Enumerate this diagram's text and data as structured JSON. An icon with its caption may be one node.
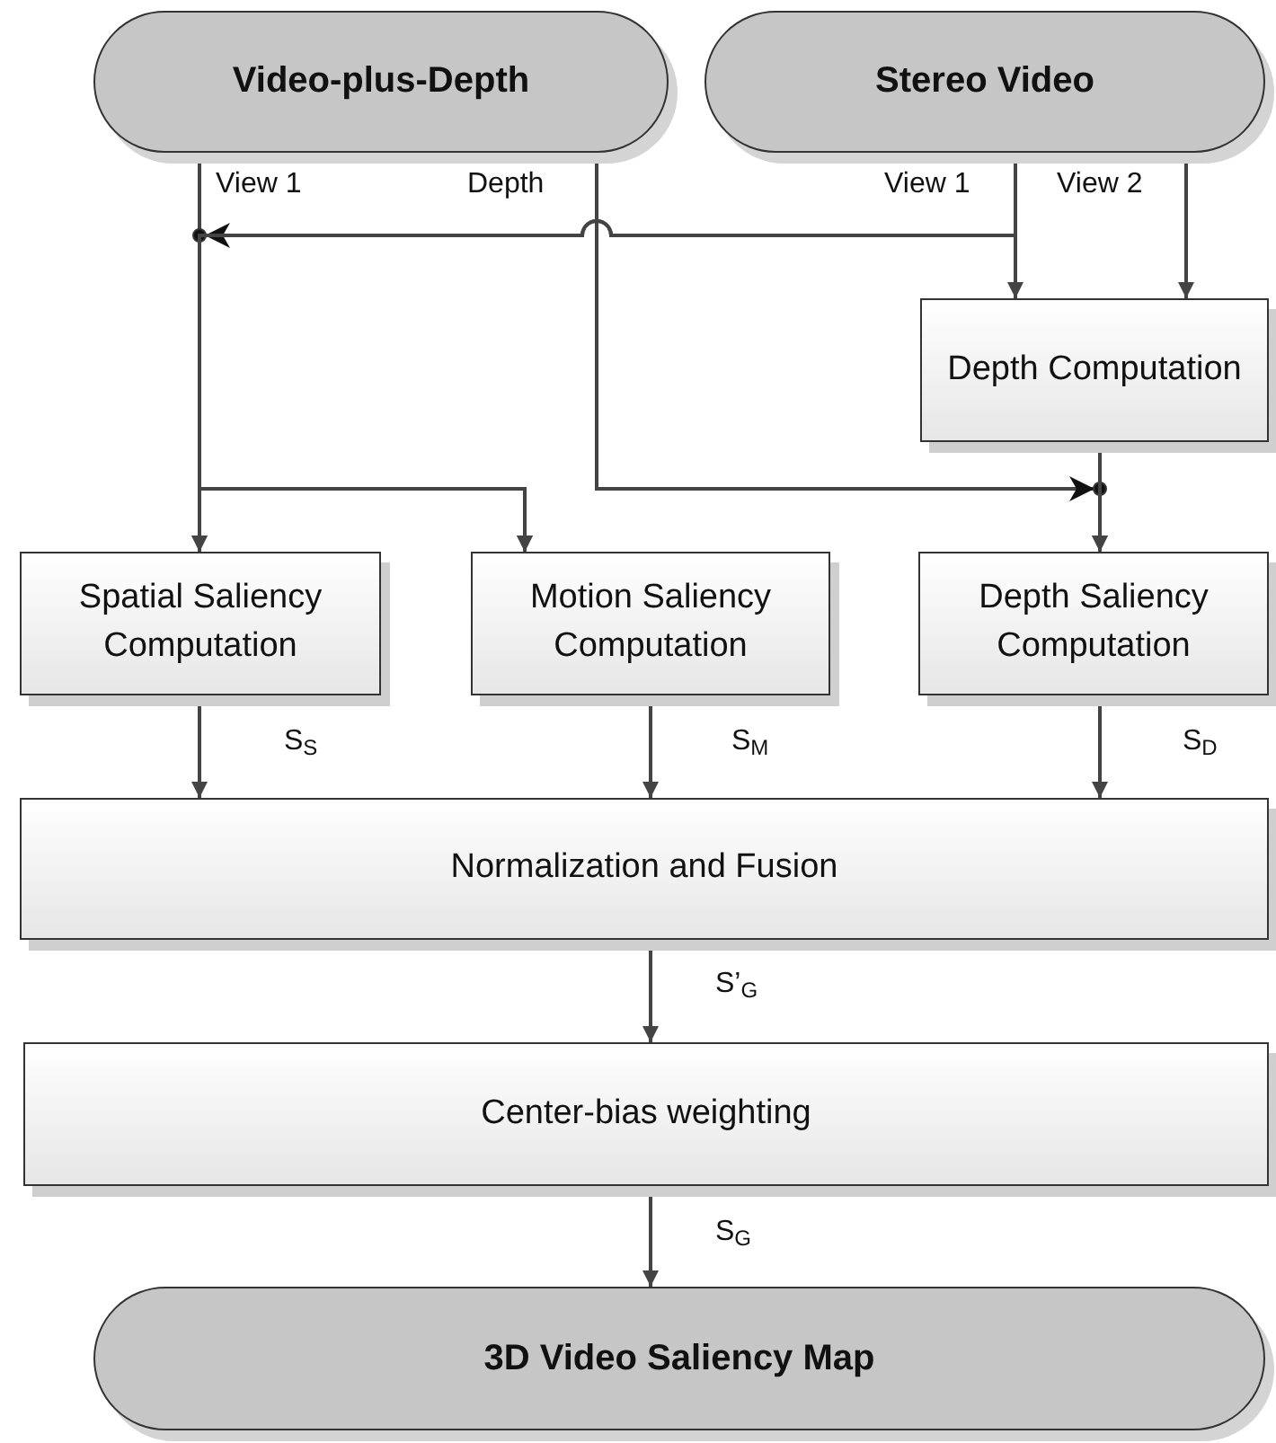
{
  "diagram": {
    "nodes": [
      {
        "text": [
          "Video-plus-Depth"
        ]
      },
      {
        "text": [
          "Stereo Video"
        ]
      },
      {
        "text": [
          "Depth Computation"
        ]
      },
      {
        "text": [
          "Spatial Saliency Computation"
        ]
      },
      {
        "text": [
          "Motion Saliency Computation"
        ]
      },
      {
        "text": [
          "Depth Saliency Computation"
        ]
      },
      {
        "text": [
          "Normalization and Fusion"
        ]
      },
      {
        "text": [
          "Center-bias weighting"
        ]
      },
      {
        "text": [
          "3D Video Saliency Map"
        ]
      }
    ],
    "edges": [
      {
        "from": 0,
        "to": 3,
        "arrow": "to",
        "label": "View 1"
      },
      {
        "from": 0,
        "to": 4,
        "arrow": "to"
      },
      {
        "from": 1,
        "to": 2,
        "arrow": "to",
        "label": "View 1"
      },
      {
        "from": 1,
        "to": 2,
        "arrow": "to",
        "label": "View 2"
      },
      {
        "from": 1,
        "to": 3,
        "arrow": "to"
      },
      {
        "from": 1,
        "to": 4,
        "arrow": "to"
      },
      {
        "from": 0,
        "to": 5,
        "arrow": "to",
        "label": "Depth"
      },
      {
        "from": 2,
        "to": 5,
        "arrow": "to"
      },
      {
        "from": 3,
        "to": 6,
        "arrow": "to",
        "label": "S$_{S}$"
      },
      {
        "from": 4,
        "to": 6,
        "arrow": "to",
        "label": "S$_{M}$"
      },
      {
        "from": 5,
        "to": 6,
        "arrow": "to",
        "label": "S$_{D}$"
      },
      {
        "from": 6,
        "to": 7,
        "arrow": "to",
        "label": "S’$_{G}$"
      },
      {
        "from": 7,
        "to": 8,
        "arrow": "to",
        "label": "S$_{G}$"
      }
    ]
  }
}
